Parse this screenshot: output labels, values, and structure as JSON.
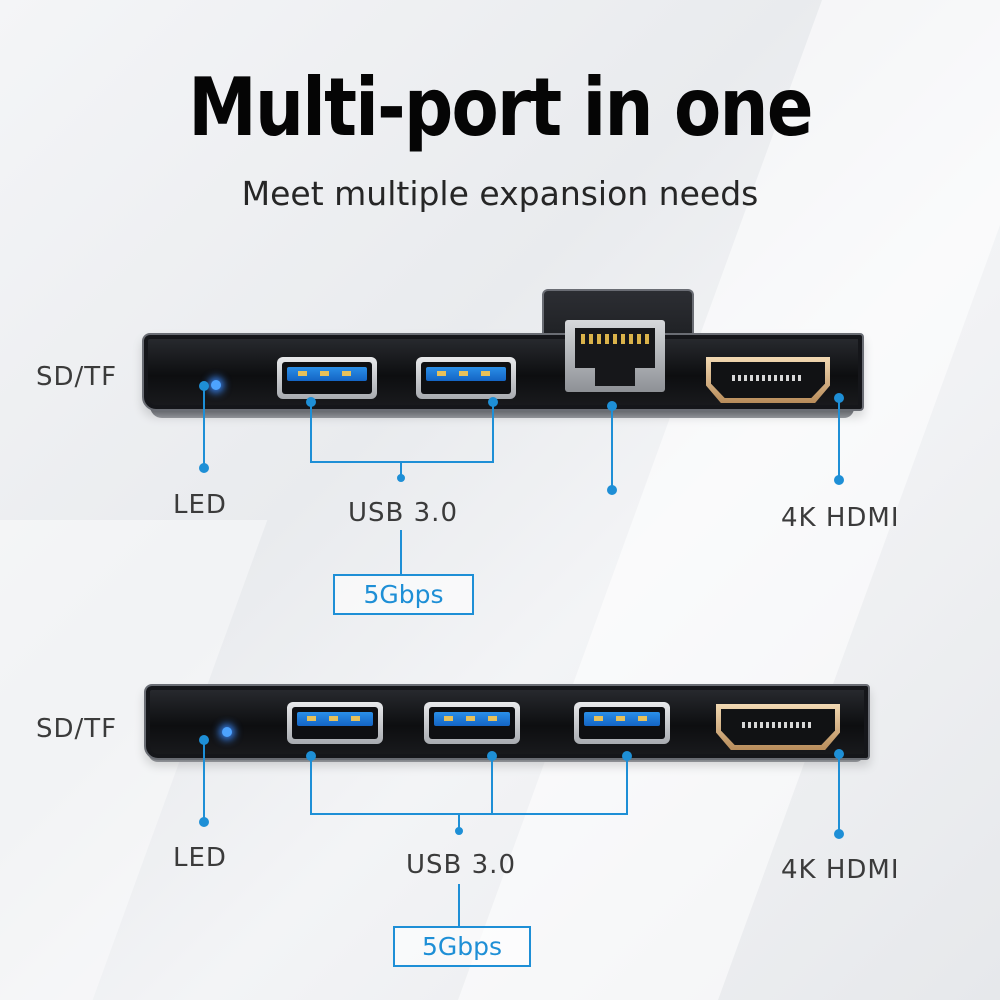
{
  "headline": "Multi-port in one",
  "subheadline": "Meet multiple expansion needs",
  "colors": {
    "accent": "#1e8fd6",
    "led": "#4da3ff",
    "text": "#3b3b3b"
  },
  "top_hub": {
    "labels": {
      "card_slot": "SD/TF",
      "led": "LED",
      "usb": "USB 3.0",
      "speed": "5Gbps",
      "hdmi": "4K HDMI"
    },
    "ports": [
      "led",
      "usb-a",
      "usb-a",
      "rj45",
      "hdmi"
    ]
  },
  "bottom_hub": {
    "labels": {
      "card_slot": "SD/TF",
      "led": "LED",
      "usb": "USB 3.0",
      "speed": "5Gbps",
      "hdmi": "4K HDMI"
    },
    "ports": [
      "led",
      "usb-a",
      "usb-a",
      "usb-a",
      "hdmi"
    ]
  }
}
